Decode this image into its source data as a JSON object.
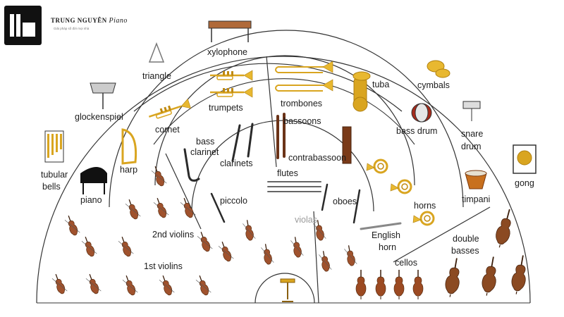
{
  "brand": {
    "name": "TRUNG NGUYÊN",
    "name_script": "Piano",
    "tagline": "Giải pháp số đời mọi nhà"
  },
  "labels": {
    "xylophone": "xylophone",
    "triangle": "triangle",
    "trumpets": "trumpets",
    "trombones": "trombones",
    "tuba": "tuba",
    "cymbals": "cymbals",
    "glockenspiel": "glockenspiel",
    "cornet": "cornet",
    "bassoons": "bassoons",
    "bass_drum": "bass drum",
    "snare_drum_1": "snare",
    "snare_drum_2": "drum",
    "bass_clarinet_1": "bass",
    "bass_clarinet_2": "clarinet",
    "clarinets": "clarinets",
    "contrabassoon": "contrabassoon",
    "harp": "harp",
    "tubular_bells_1": "tubular",
    "tubular_bells_2": "bells",
    "flutes": "flutes",
    "gong": "gong",
    "timpani": "timpani",
    "piano": "piano",
    "piccolo": "piccolo",
    "oboes": "oboes",
    "horns": "horns",
    "violas": "violas",
    "second_violins": "2nd violins",
    "english_horn_1": "English",
    "english_horn_2": "horn",
    "double_basses_1": "double",
    "double_basses_2": "basses",
    "first_violins": "1st violins",
    "cellos": "cellos"
  },
  "colors": {
    "brass": "#d9a520",
    "wood": "#a0522d",
    "line": "#333333",
    "label": "#1c1c1c",
    "violas_label": "#9a9a9a"
  }
}
